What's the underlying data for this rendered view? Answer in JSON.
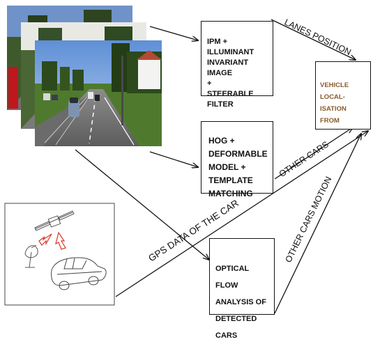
{
  "boxes": {
    "ipm": "IPM + ILLUMINANT\nINVARIANT IMAGE\n+\nSTEERABLE\nFILTER",
    "hog": "HOG +\nDEFORMABLE\nMODEL +\nTEMPLATE\nMATCHING",
    "optical": "OPTICAL FLOW\nANALYSIS OF\nDETECTED CARS",
    "vehicle": "VEHICLE LOCAL-\nISATION FROM\nPOSITION AND\nMOTION\nANALYSIS DATA"
  },
  "edge_labels": {
    "lanes": "LANES POSITION",
    "other_cars": "OTHER CARS",
    "other_cars_motion": "OTHER CARS MOTION",
    "gps": "GPS DATA OF THE CAR"
  },
  "colors": {
    "box_text": "#111111",
    "target_text": "#8b5a2b",
    "arrow": "#111111",
    "sketch_red": "#d63a2a"
  }
}
